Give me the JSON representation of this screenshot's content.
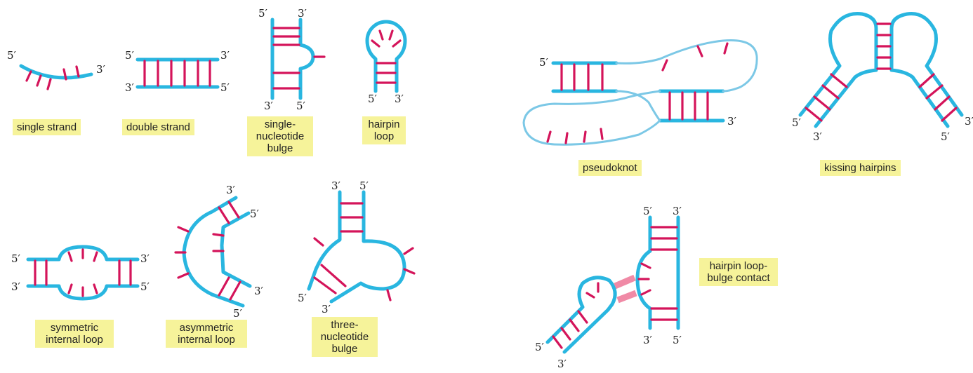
{
  "labels": {
    "five_prime": "5′",
    "three_prime": "3′"
  },
  "captions": {
    "single_strand": "single strand",
    "double_strand": "double strand",
    "single_nucleotide_bulge": "single-\nnucleotide\nbulge",
    "hairpin_loop": "hairpin\nloop",
    "pseudoknot": "pseudoknot",
    "kissing_hairpins": "kissing hairpins",
    "symmetric_internal_loop": "symmetric\ninternal loop",
    "asymmetric_internal_loop": "asymmetric\ninternal loop",
    "three_nucleotide_bulge": "three-\nnucleotide\nbulge",
    "hairpin_loop_bulge_contact": "hairpin loop-\nbulge contact"
  },
  "colors": {
    "backbone": "#29b6e0",
    "base_pair": "#d4145a",
    "caption_background": "#f6f39a",
    "tertiary_contact": "#f08aa6"
  }
}
